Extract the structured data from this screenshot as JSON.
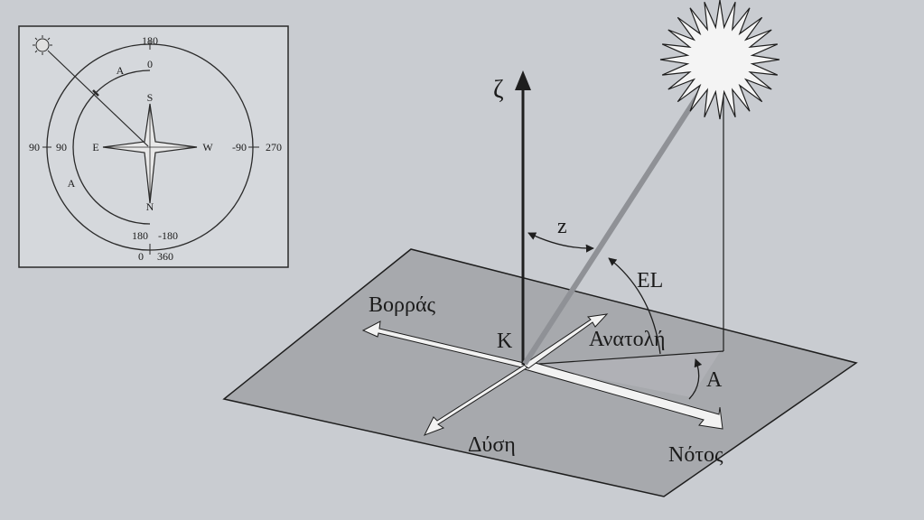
{
  "inset": {
    "label_180_top": "180",
    "label_0_top": "0",
    "label_S": "S",
    "label_A_top": "A",
    "label_90_left_outer": "90",
    "label_90_left_inner": "90",
    "label_E": "E",
    "label_W": "W",
    "label_minus90_right": "-90",
    "label_270_right": "270",
    "label_A_left": "A",
    "label_N": "N",
    "label_180_bottom": "180",
    "label_minus180_bottom": "-180",
    "label_0_bottom": "0",
    "label_360_bottom": "360"
  },
  "main": {
    "label_zeta": "ζ",
    "label_z": "z",
    "label_EL": "EL",
    "label_north": "Βορράς",
    "label_K": "K",
    "label_east": "Ανατολή",
    "label_A": "A",
    "label_west": "Δύση",
    "label_south": "Νότος"
  },
  "colors": {
    "background": "#c9ccd1",
    "plane_fill": "#a7a9ad",
    "stroke": "#1e1e1e",
    "sun_ray": "#8f9196",
    "arrow_fill": "#f2f2f2"
  }
}
